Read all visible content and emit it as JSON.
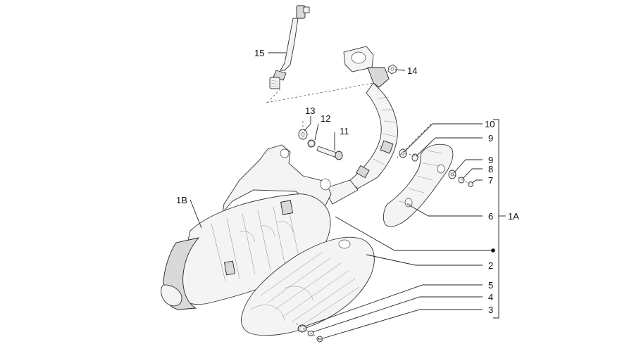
{
  "callouts": {
    "c15": "15",
    "c14": "14",
    "c13": "13",
    "c12": "12",
    "c11": "11",
    "c10": "10",
    "c9a": "9",
    "c9b": "9",
    "c8": "8",
    "c7": "7",
    "c6": "6",
    "c1A": "1A",
    "c1B": "1B",
    "c2": "2",
    "c5": "5",
    "c4": "4",
    "c3": "3"
  },
  "colors": {
    "line": "#222222",
    "part_fill": "#f4f4f4",
    "background": "#ffffff"
  }
}
